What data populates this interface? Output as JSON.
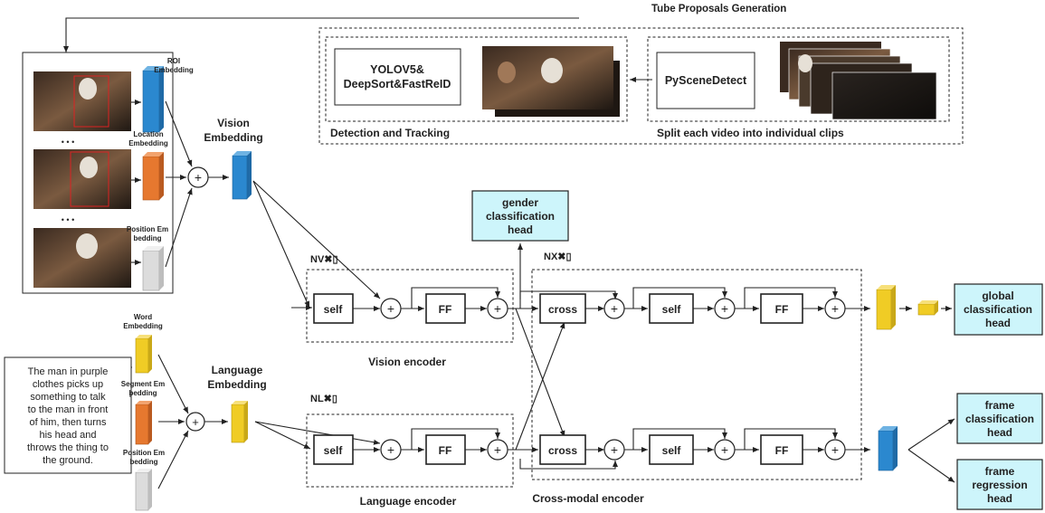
{
  "tube": {
    "title": "Tube Proposals Generation",
    "detector_line1": "YOLOV5&",
    "detector_line2": "DeepSort&FastReID",
    "scene_detect": "PySceneDetect",
    "detection_caption": "Detection and Tracking",
    "split_caption": "Split each video into individual clips"
  },
  "vision_input": {
    "roi_line1": "ROI",
    "roi_line2": "Embedding",
    "loc_line1": "Location",
    "loc_line2": "Embedding",
    "pos_line1": "Position Em",
    "pos_line2": "bedding",
    "embedding_line1": "Vision",
    "embedding_line2": "Embedding",
    "ellipsis": "• • •"
  },
  "language_input": {
    "sentence_lines": [
      "The man in purple",
      "clothes picks up",
      "something to talk",
      "to the man in front",
      "of him, then turns",
      "his head and",
      "throws the thing to",
      "the ground."
    ],
    "word_line1": "Word",
    "word_line2": "Embedding",
    "seg_line1": "Segment Em",
    "seg_line2": "bedding",
    "pos_line1": "Position Em",
    "pos_line2": "bedding",
    "embedding_line1": "Language",
    "embedding_line2": "Embedding"
  },
  "encoders": {
    "nv_label": "NV✖▯",
    "nl_label": "NL✖▯",
    "nx_label": "NX✖▯",
    "self_label": "self",
    "ff_label": "FF",
    "cross_label": "cross",
    "plus": "+",
    "vision_encoder": "Vision encoder",
    "language_encoder": "Language encoder",
    "cross_encoder": "Cross-modal encoder"
  },
  "heads": {
    "gender": [
      "gender",
      "classification",
      "head"
    ],
    "global": [
      "global",
      "classification",
      "head"
    ],
    "frame_cls": [
      "frame",
      "classification",
      "head"
    ],
    "frame_reg": [
      "frame",
      "regression",
      "head"
    ]
  },
  "colors": {
    "blue": "#2b88cf",
    "orange": "#e6782f",
    "yellow": "#f0cc25",
    "gray": "#dcdcdc",
    "head_fill": "#cdf5fb"
  }
}
